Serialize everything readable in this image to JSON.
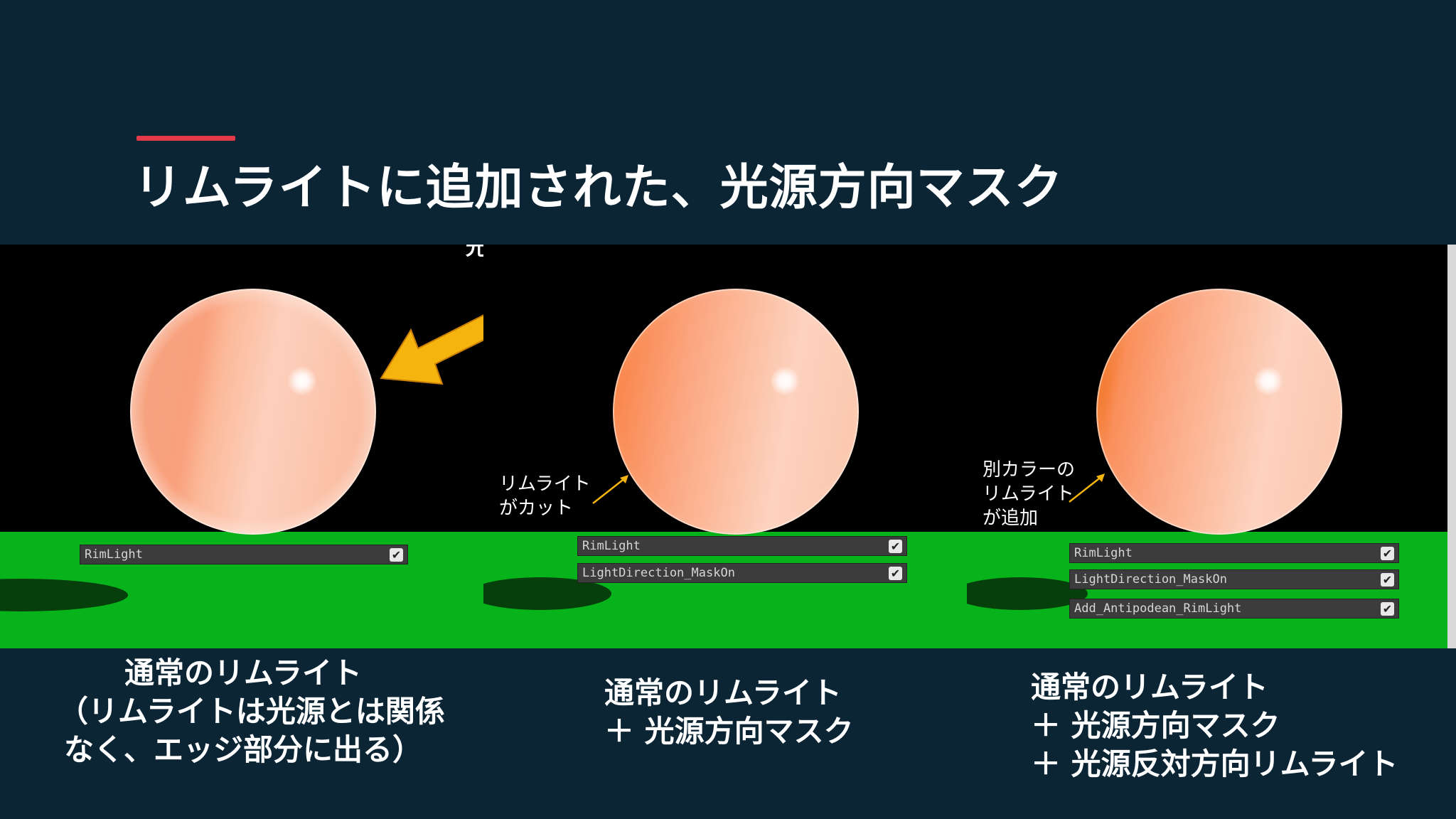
{
  "slide": {
    "title": "リムライトに追加された、光源方向マスク",
    "colors": {
      "background": "#0b2534",
      "accent": "#e23a46",
      "ground": "#07b31b",
      "arrow": "#f6b40e"
    }
  },
  "panels": [
    {
      "annotation": "光源方向",
      "arrow_icon": "arrow-left-down-icon",
      "toggles": [
        {
          "label": "RimLight",
          "checked": true
        }
      ],
      "caption": [
        "通常のリムライト",
        "（リムライトは光源とは関係",
        "なく、エッジ部分に出る）"
      ]
    },
    {
      "annotation": [
        "リムライト",
        "がカット"
      ],
      "toggles": [
        {
          "label": "RimLight",
          "checked": true
        },
        {
          "label": "LightDirection_MaskOn",
          "checked": true
        }
      ],
      "caption": [
        "通常のリムライト",
        "＋ 光源方向マスク"
      ]
    },
    {
      "annotation": [
        "別カラーの",
        "リムライト",
        "が追加"
      ],
      "toggles": [
        {
          "label": "RimLight",
          "checked": true
        },
        {
          "label": "LightDirection_MaskOn",
          "checked": true
        },
        {
          "label": "Add_Antipodean_RimLight",
          "checked": true
        }
      ],
      "caption": [
        "通常のリムライト",
        "＋ 光源方向マスク",
        "＋ 光源反対方向リムライト"
      ]
    }
  ],
  "checkmark_glyph": "✔"
}
